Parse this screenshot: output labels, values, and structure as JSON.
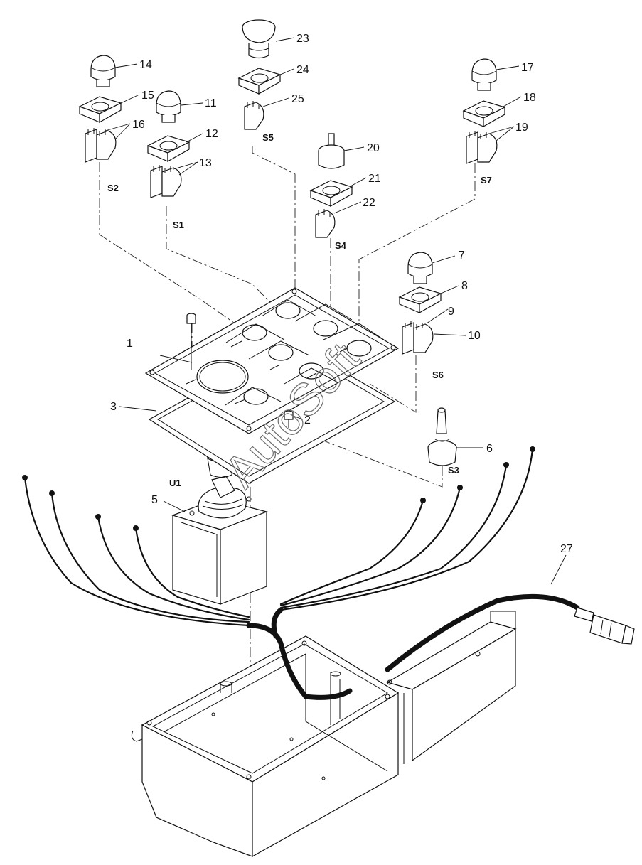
{
  "diagram": {
    "callouts": [
      {
        "key": "p1",
        "text": "1"
      },
      {
        "key": "p2",
        "text": "2"
      },
      {
        "key": "p3",
        "text": "3"
      },
      {
        "key": "p5",
        "text": "5"
      },
      {
        "key": "p6",
        "text": "6"
      },
      {
        "key": "p7",
        "text": "7"
      },
      {
        "key": "p8",
        "text": "8"
      },
      {
        "key": "p9",
        "text": "9"
      },
      {
        "key": "p10",
        "text": "10"
      },
      {
        "key": "p11",
        "text": "11"
      },
      {
        "key": "p12",
        "text": "12"
      },
      {
        "key": "p13",
        "text": "13"
      },
      {
        "key": "p14",
        "text": "14"
      },
      {
        "key": "p15",
        "text": "15"
      },
      {
        "key": "p16",
        "text": "16"
      },
      {
        "key": "p17",
        "text": "17"
      },
      {
        "key": "p18",
        "text": "18"
      },
      {
        "key": "p19",
        "text": "19"
      },
      {
        "key": "p20",
        "text": "20"
      },
      {
        "key": "p21",
        "text": "21"
      },
      {
        "key": "p22",
        "text": "22"
      },
      {
        "key": "p23",
        "text": "23"
      },
      {
        "key": "p24",
        "text": "24"
      },
      {
        "key": "p25",
        "text": "25"
      },
      {
        "key": "p27",
        "text": "27"
      }
    ],
    "references": [
      {
        "key": "s1",
        "text": "S1"
      },
      {
        "key": "s2",
        "text": "S2"
      },
      {
        "key": "s3",
        "text": "S3"
      },
      {
        "key": "s4",
        "text": "S4"
      },
      {
        "key": "s5",
        "text": "S5"
      },
      {
        "key": "s6",
        "text": "S6"
      },
      {
        "key": "s7",
        "text": "S7"
      },
      {
        "key": "u1",
        "text": "U1"
      }
    ],
    "watermark": "AutoSoft"
  }
}
